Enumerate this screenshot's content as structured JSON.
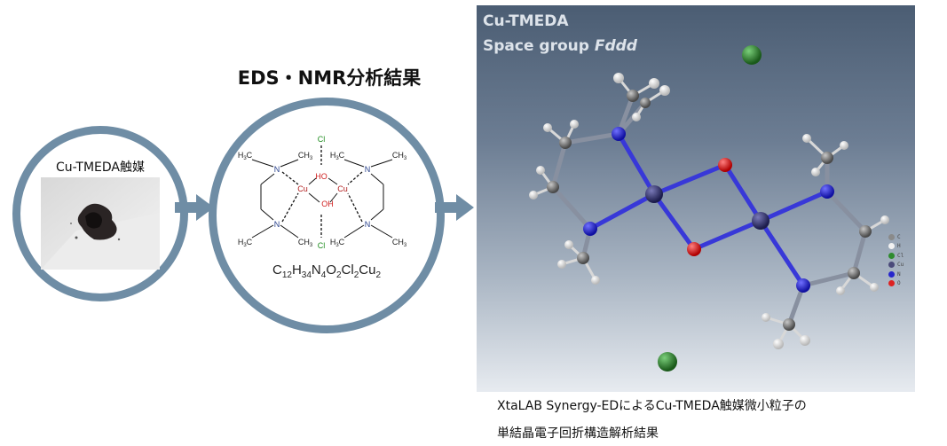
{
  "sample": {
    "label": "Cu-TMEDA触媒"
  },
  "analysis": {
    "title": "EDS・NMR分析結果",
    "formula": {
      "parts": [
        {
          "t": "C",
          "s": "12"
        },
        {
          "t": "H",
          "s": "34"
        },
        {
          "t": "N",
          "s": "4"
        },
        {
          "t": "O",
          "s": "2"
        },
        {
          "t": "Cl",
          "s": "2"
        },
        {
          "t": "Cu",
          "s": "2"
        }
      ]
    },
    "structure_labels": {
      "cl": "Cl",
      "cu": "Cu",
      "oh": "OH",
      "ho": "HO",
      "n": "N",
      "h3c": "H3C",
      "ch3": "CH3"
    }
  },
  "crystal": {
    "title": "Cu-TMEDA",
    "space_group_prefix": "Space group ",
    "space_group": "Fddd",
    "legend": [
      {
        "label": "C",
        "color": "#8a8a8a"
      },
      {
        "label": "H",
        "color": "#f2f2f2"
      },
      {
        "label": "Cl",
        "color": "#2e8b2e"
      },
      {
        "label": "Cu",
        "color": "#4a4a7a"
      },
      {
        "label": "N",
        "color": "#2626cc"
      },
      {
        "label": "O",
        "color": "#dd2222"
      }
    ]
  },
  "caption": {
    "line1": "XtaLAB Synergy-EDによるCu-TMEDA触媒微小粒子の",
    "line2": "単結晶電子回折構造解析結果"
  },
  "colors": {
    "circle_border": "#6f8da5",
    "arrow": "#6f8da5",
    "cu_atom": "#2e2e6e",
    "n_atom": "#2a2ad8",
    "o_atom": "#e02020",
    "cl_atom": "#2f8f2f",
    "c_atom": "#808080",
    "h_atom": "#f0f0f0"
  }
}
